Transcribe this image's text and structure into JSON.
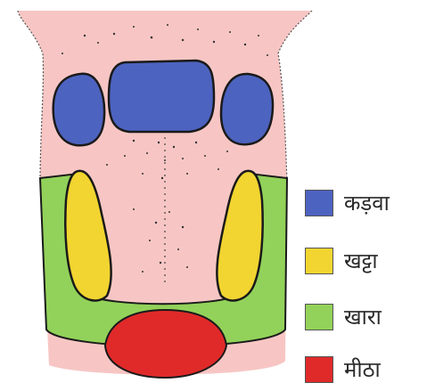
{
  "colors": {
    "tongue_base": "#f7c6c4",
    "bitter": "#4d63c0",
    "sour": "#f2d530",
    "salty": "#92d25a",
    "sweet": "#e02a2a",
    "outline": "#1a1a1a"
  },
  "legend": [
    {
      "key": "bitter",
      "label": "कड़वा",
      "color": "#4d63c0"
    },
    {
      "key": "sour",
      "label": "खट्टा",
      "color": "#f2d530"
    },
    {
      "key": "salty",
      "label": "खारा",
      "color": "#92d25a"
    },
    {
      "key": "sweet",
      "label": "मीठा",
      "color": "#e02a2a"
    }
  ]
}
